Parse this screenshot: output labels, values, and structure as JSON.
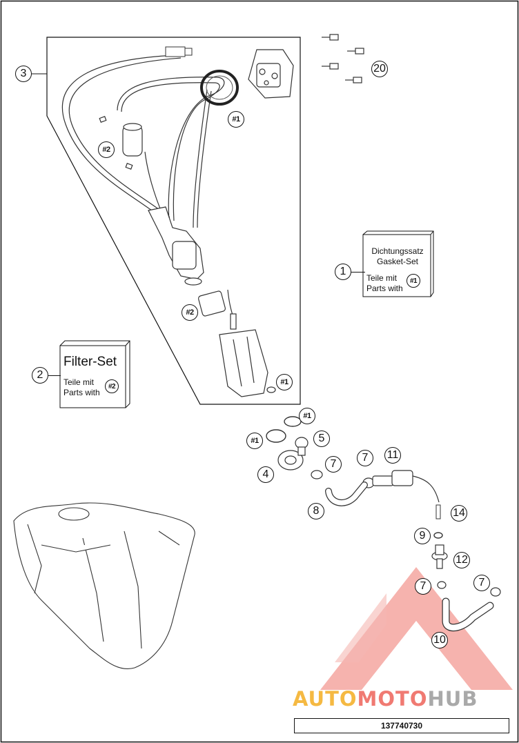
{
  "callouts": {
    "n1": "1",
    "n2": "2",
    "n3": "3",
    "n4": "4",
    "n5": "5",
    "n7": "7",
    "n8": "8",
    "n9": "9",
    "n10": "10",
    "n11": "11",
    "n12": "12",
    "n14": "14",
    "n20": "20"
  },
  "tags": {
    "t1": "#1",
    "t2": "#2"
  },
  "gasket_box": {
    "line1": "Dichtungssatz",
    "line2": "Gasket-Set",
    "line3": "Teile mit",
    "line4": "Parts with"
  },
  "filter_box": {
    "title": "Filter-Set",
    "line1": "Teile mit",
    "line2": "Parts with"
  },
  "watermark": {
    "part1": "AUTO",
    "part2": "MOTO",
    "part3": "HUB"
  },
  "footer": {
    "part_number": "137740730"
  },
  "colors": {
    "watermark_red": "#f07a72",
    "watermark_orange": "#f5b942",
    "watermark_gray": "#a9a9a9",
    "line": "#111111"
  }
}
